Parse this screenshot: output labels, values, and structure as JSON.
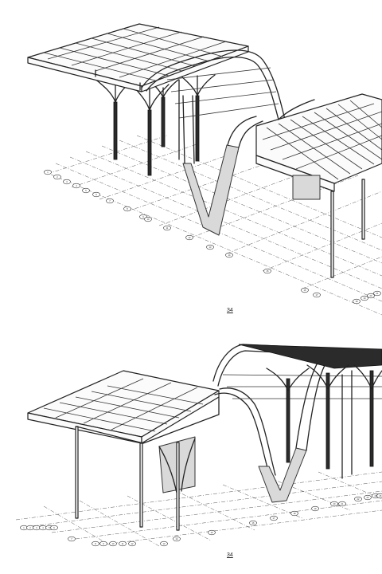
{
  "figures": [
    {
      "id": "top",
      "label": "34"
    },
    {
      "id": "bottom",
      "label": "34"
    }
  ],
  "grid_bubbles_top": [
    "1",
    "2",
    "3",
    "4",
    "5",
    "6",
    "7",
    "8",
    "9",
    "10",
    "11",
    "12",
    "13",
    "14",
    "15",
    "16",
    "17",
    "18",
    "19",
    "20",
    "21"
  ],
  "grid_bubbles_bottom": [
    "1",
    "2",
    "3",
    "4",
    "5",
    "6",
    "7",
    "8",
    "9",
    "10",
    "11",
    "12",
    "13",
    "14",
    "15",
    "16",
    "17",
    "18",
    "19",
    "20",
    "21",
    "22",
    "23",
    "24",
    "25",
    "26"
  ]
}
